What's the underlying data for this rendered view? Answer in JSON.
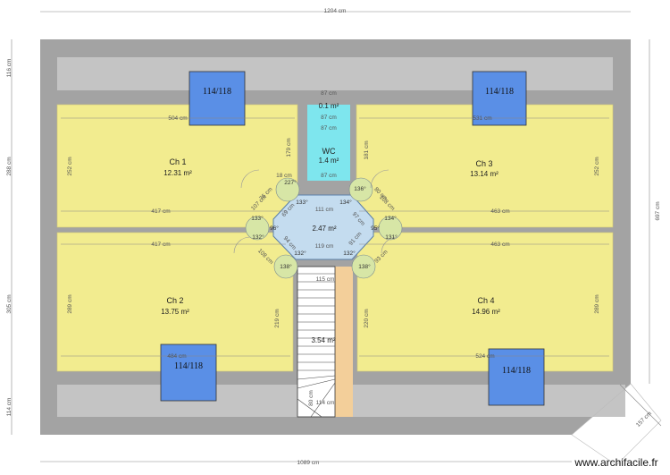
{
  "colors": {
    "wall": "#a3a3a3",
    "roof_strip": "#c4c4c4",
    "room": "#f2ec8f",
    "wc": "#7ee6ee",
    "hall": "#c4dcef",
    "window": "#5a8fe6",
    "stair": "#ffffff",
    "stair_edge": "#f3cf9a",
    "door": "#d7e6a6"
  },
  "rooms": {
    "ch1": {
      "name": "Ch 1",
      "area": "12.31 m²"
    },
    "ch2": {
      "name": "Ch 2",
      "area": "13.75 m²"
    },
    "ch3": {
      "name": "Ch 3",
      "area": "13.14 m²"
    },
    "ch4": {
      "name": "Ch 4",
      "area": "14.96 m²"
    },
    "wc": {
      "name": "WC",
      "area": "1.4 m²"
    },
    "wc_top_area": "0.1 m²",
    "hall_area": "2.47 m²",
    "stair_area": "3.54 m²"
  },
  "windows": [
    "114/118",
    "114/118",
    "114/118",
    "114/118"
  ],
  "dimensions": {
    "top_total": "1204 cm",
    "bottom_total": "1089 cm",
    "diag": "157 cm",
    "left_116": "116 cm",
    "left_288": "288 cm",
    "left_305": "305 cm",
    "left_114": "114 cm",
    "right_697": "697 cm",
    "ch1_width": "504 cm",
    "ch1_height": "252 cm",
    "ch1_side": "179 cm",
    "ch1_lower": "417 cm",
    "ch2_upper": "417 cm",
    "ch2_height": "289 cm",
    "ch2_side": "219 cm",
    "ch2_bottom": "484 cm",
    "ch3_width": "531 cm",
    "ch3_height": "252 cm",
    "ch3_side": "181 cm",
    "ch3_lower": "463 cm",
    "ch4_upper": "463 cm",
    "ch4_height": "289 cm",
    "ch4_side": "220 cm",
    "ch4_bottom": "524 cm",
    "wc_top1": "87 cm",
    "wc_top2": "87 cm",
    "wc_top3": "87 cm",
    "wc_bottom": "87 cm",
    "hall_top": "111 cm",
    "hall_bottom": "119 cm",
    "stair_top": "115 cm",
    "stair_bottom": "114 cm",
    "stair_side": "80 cm",
    "hall_diag_l1": "69 cm",
    "hall_diag_l2": "94 cm",
    "hall_diag_r1": "97 cm",
    "hall_diag_r2": "91 cm",
    "door_tl": "76 cm",
    "door_tr": "80 cm",
    "door_l1": "107 cm",
    "door_r1": "108 cm",
    "door_bl": "108 cm",
    "door_br": "93 cm",
    "ch1_small": "18 cm"
  },
  "angles": {
    "a_top_left": "227°",
    "a_top_right": "136°",
    "a_hall_tl": "133°",
    "a_hall_tr": "134°",
    "a_left_outer": "133°",
    "a_left_inner": "96°",
    "a_left_low": "132°",
    "a_right_outer": "134°",
    "a_right_inner": "95°",
    "a_right_low": "131°",
    "a_hall_bl": "132°",
    "a_hall_br": "132°",
    "a_bot_left": "138°",
    "a_bot_right": "138°"
  },
  "watermark": "www.archifacile.fr"
}
